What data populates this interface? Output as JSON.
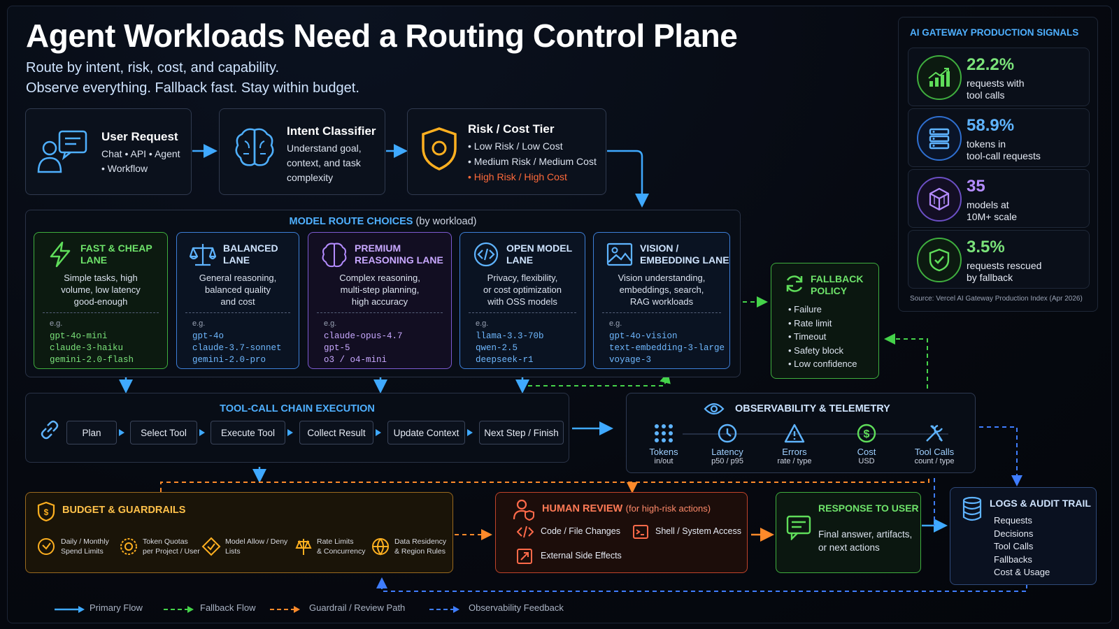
{
  "title": "Agent Workloads Need a Routing Control Plane",
  "subtitle_line1": "Route by intent, risk, cost, and capability.",
  "subtitle_line2": "Observe everything.  Fallback fast.  Stay within budget.",
  "user_request": {
    "title": "User Request",
    "text_line1": "Chat • API • Agent",
    "text_line2": "• Workflow"
  },
  "intent": {
    "title": "Intent Classifier",
    "text_line1": "Understand goal,",
    "text_line2": "context, and task",
    "text_line3": "complexity"
  },
  "risk": {
    "title": "Risk / Cost Tier",
    "low": "• Low Risk / Low Cost",
    "medium": "• Medium Risk / Medium Cost",
    "high": "• High Risk / High Cost"
  },
  "routes": {
    "heading": "MODEL ROUTE CHOICES",
    "heading_note": "(by workload)",
    "eg": "e.g.",
    "lanes": [
      {
        "title_line1": "FAST & CHEAP",
        "title_line2": "LANE",
        "desc_line1": "Simple tasks, high",
        "desc_line2": "volume, low latency",
        "desc_line3": "good-enough",
        "models": [
          "gpt-4o-mini",
          "claude-3-haiku",
          "gemini-2.0-flash"
        ]
      },
      {
        "title_line1": "BALANCED",
        "title_line2": "LANE",
        "desc_line1": "General reasoning,",
        "desc_line2": "balanced quality",
        "desc_line3": "and cost",
        "models": [
          "gpt-4o",
          "claude-3.7-sonnet",
          "gemini-2.0-pro"
        ]
      },
      {
        "title_line1": "PREMIUM",
        "title_line2": "REASONING LANE",
        "desc_line1": "Complex reasoning,",
        "desc_line2": "multi-step planning,",
        "desc_line3": "high accuracy",
        "models": [
          "claude-opus-4.7",
          "gpt-5",
          "o3 / o4-mini"
        ]
      },
      {
        "title_line1": "OPEN MODEL",
        "title_line2": "LANE",
        "desc_line1": "Privacy, flexibility,",
        "desc_line2": "or cost optimization",
        "desc_line3": "with OSS models",
        "models": [
          "llama-3.3-70b",
          "qwen-2.5",
          "deepseek-r1"
        ]
      },
      {
        "title_line1": "VISION /",
        "title_line2": "EMBEDDING LANE",
        "desc_line1": "Vision understanding,",
        "desc_line2": "embeddings, search,",
        "desc_line3": "RAG workloads",
        "models": [
          "gpt-4o-vision",
          "text-embedding-3-large",
          "voyage-3"
        ]
      }
    ]
  },
  "fallback": {
    "title_line1": "FALLBACK",
    "title_line2": "POLICY",
    "items": [
      "• Failure",
      "• Rate limit",
      "• Timeout",
      "• Safety block",
      "• Low confidence"
    ]
  },
  "toolchain": {
    "heading": "TOOL-CALL CHAIN EXECUTION",
    "steps": [
      "Plan",
      "Select Tool",
      "Execute Tool",
      "Collect Result",
      "Update Context",
      "Next Step / Finish"
    ]
  },
  "observability": {
    "heading": "OBSERVABILITY & TELEMETRY",
    "metrics": [
      {
        "name": "Tokens",
        "unit": "in/out"
      },
      {
        "name": "Latency",
        "unit": "p50 / p95"
      },
      {
        "name": "Errors",
        "unit": "rate / type"
      },
      {
        "name": "Cost",
        "unit": "USD"
      },
      {
        "name": "Tool Calls",
        "unit": "count / type"
      }
    ]
  },
  "budget": {
    "heading": "BUDGET & GUARDRAILS",
    "items": [
      {
        "line1": "Daily / Monthly",
        "line2": "Spend Limits"
      },
      {
        "line1": "Token Quotas",
        "line2": "per Project / User"
      },
      {
        "line1": "Model Allow / Deny",
        "line2": "Lists"
      },
      {
        "line1": "Rate Limits",
        "line2": "& Concurrency"
      },
      {
        "line1": "Data Residency",
        "line2": "& Region Rules"
      }
    ]
  },
  "review": {
    "heading": "HUMAN REVIEW",
    "note": "(for high-risk actions)",
    "item1": "Code / File Changes",
    "item2": "Shell / System Access",
    "item3": "External Side Effects"
  },
  "response": {
    "heading": "RESPONSE TO USER",
    "line1": "Final answer, artifacts,",
    "line2": "or next actions"
  },
  "logs": {
    "heading": "LOGS & AUDIT TRAIL",
    "items": [
      "Requests",
      "Decisions",
      "Tool Calls",
      "Fallbacks",
      "Cost & Usage"
    ]
  },
  "signals": {
    "heading": "AI GATEWAY PRODUCTION SIGNALS",
    "items": [
      {
        "value": "22.2%",
        "line1": "requests with",
        "line2": "tool calls",
        "color": "#7be37a"
      },
      {
        "value": "58.9%",
        "line1": "tokens in",
        "line2": "tool-call requests",
        "color": "#5fb4ff"
      },
      {
        "value": "35",
        "line1": "models at",
        "line2": "10M+ scale",
        "color": "#b48cff"
      },
      {
        "value": "3.5%",
        "line1": "requests rescued",
        "line2": "by fallback",
        "color": "#7be37a"
      }
    ],
    "source": "Source: Vercel AI Gateway Production Index (Apr 2026)"
  },
  "legend": {
    "primary": "Primary Flow",
    "fallback": "Fallback Flow",
    "guardrail": "Guardrail / Review Path",
    "observability": "Observability Feedback"
  },
  "colors": {
    "primary": "#3fa9ff",
    "fallback": "#45d34a",
    "guardrail": "#ff8a2a",
    "observability": "#3f7dff"
  }
}
